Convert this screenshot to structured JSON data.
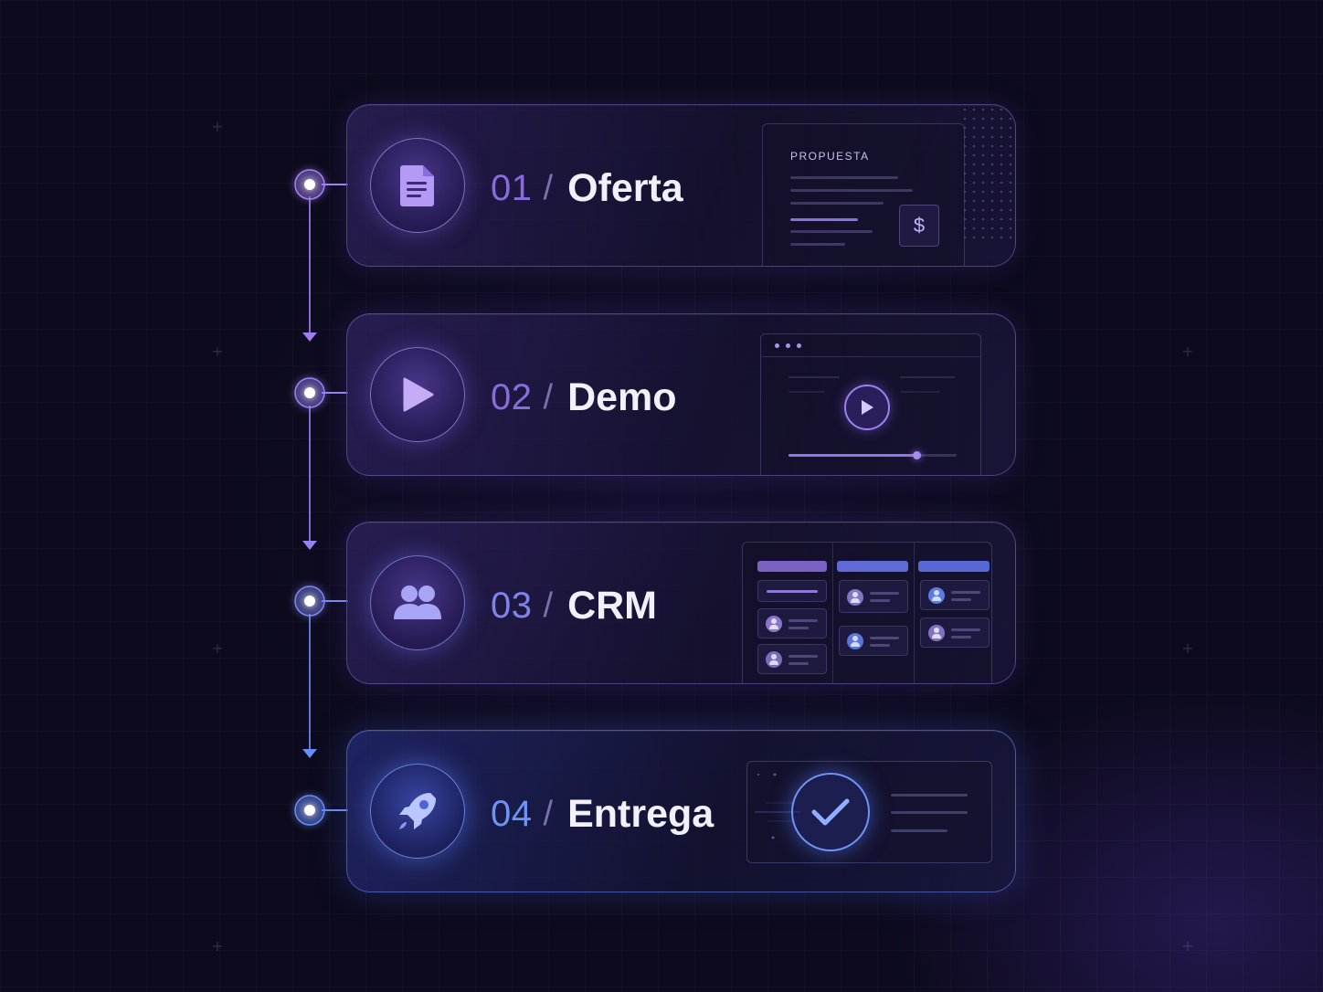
{
  "steps": [
    {
      "number": "01",
      "separator": "/",
      "name": "Oferta",
      "icon": "document-icon",
      "preview": {
        "label": "PROPUESTA",
        "badge": "$"
      }
    },
    {
      "number": "02",
      "separator": "/",
      "name": "Demo",
      "icon": "play-icon",
      "preview": {
        "progress": 0.76
      }
    },
    {
      "number": "03",
      "separator": "/",
      "name": "CRM",
      "icon": "users-icon"
    },
    {
      "number": "04",
      "separator": "/",
      "name": "Entrega",
      "icon": "rocket-icon"
    }
  ],
  "colors": {
    "purple": "#9b7cf0",
    "indigo": "#7e84e8",
    "blue": "#5d86f5",
    "background": "#0c0a1c"
  }
}
